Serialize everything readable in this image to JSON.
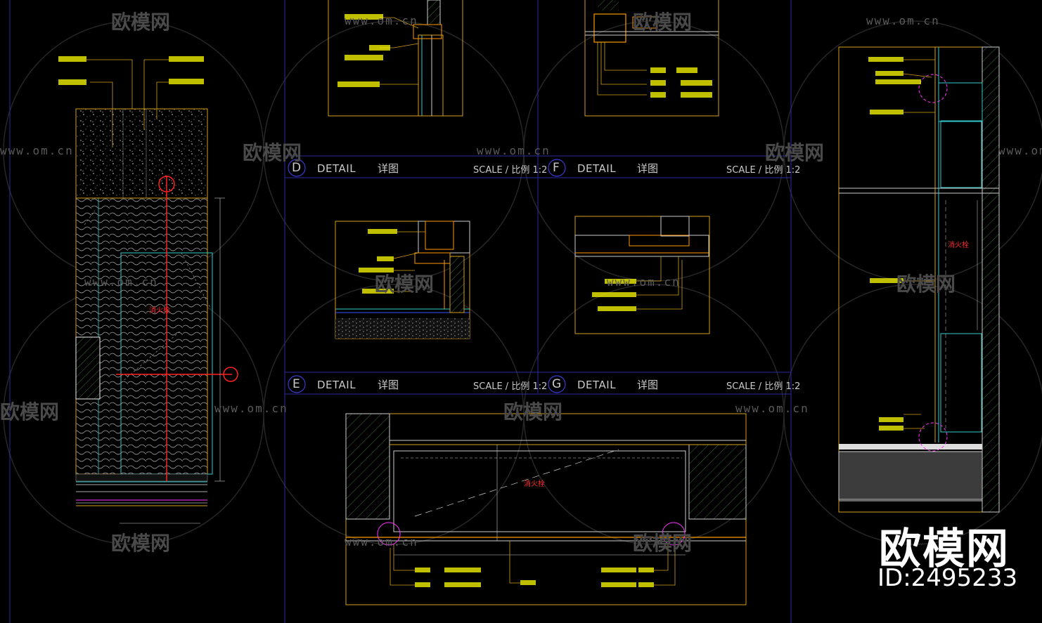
{
  "panels": [
    {
      "letter": "D",
      "word": "DETAIL",
      "cn": "详图",
      "scale": "SCALE / 比例  1:2"
    },
    {
      "letter": "F",
      "word": "DETAIL",
      "cn": "详图",
      "scale": "SCALE / 比例  1:2"
    },
    {
      "letter": "E",
      "word": "DETAIL",
      "cn": "详图",
      "scale": "SCALE / 比例  1:2"
    },
    {
      "letter": "G",
      "word": "DETAIL",
      "cn": "详图",
      "scale": "SCALE / 比例  1:2"
    }
  ],
  "watermark": {
    "url": "www.om.cn",
    "logo": "欧模网"
  },
  "brand": {
    "name": "欧模网",
    "id": "ID:2495233"
  },
  "annotations": {
    "fire_hydrant": "消火栓"
  },
  "colors": {
    "background": "#000000",
    "frame": "#d4a017",
    "grid": "#2a2aa0",
    "callout": "#ffff00",
    "section": "#ff2020",
    "accent": "#ff33ff",
    "cyan": "#33cccc"
  }
}
